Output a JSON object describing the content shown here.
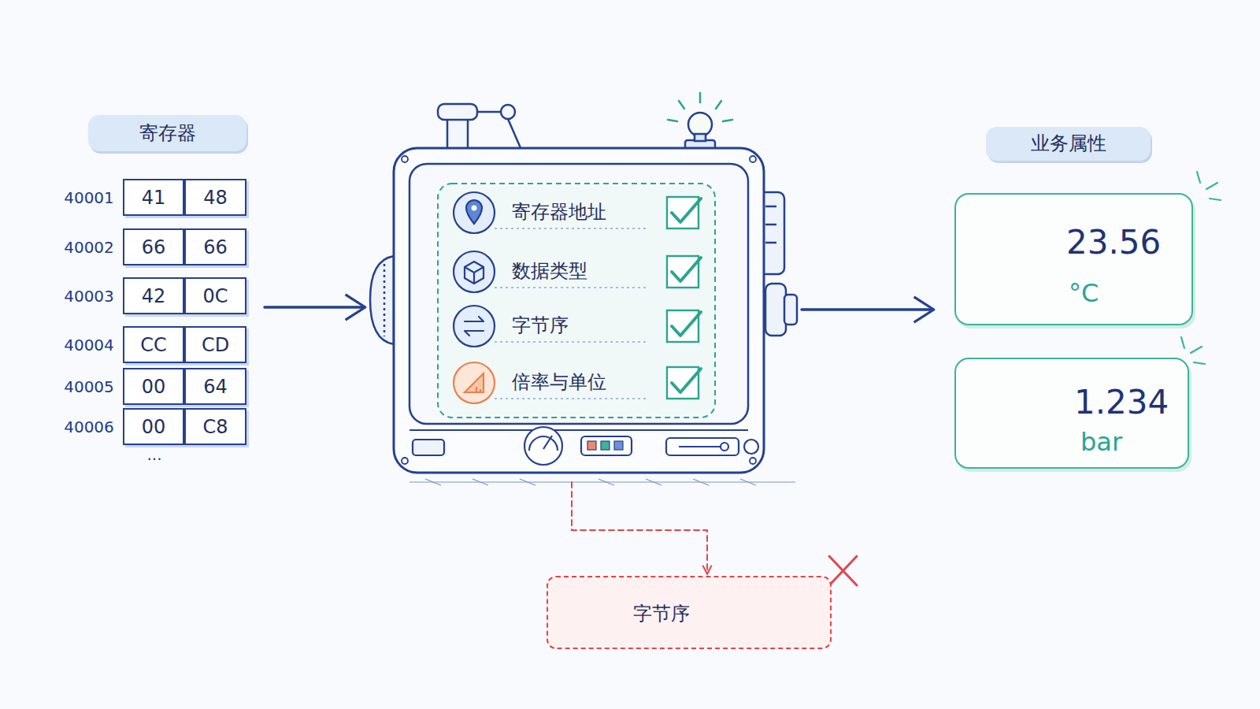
{
  "diagram": {
    "nodes": [
      {
        "text": [
          "寄存器"
        ]
      },
      {
        "text": [
          "寄存器地址",
          "数据类型",
          "字节序",
          "倍率与单位"
        ]
      },
      {
        "text": [
          "业务属性"
        ]
      },
      {
        "text": [
          "23.56",
          "°C"
        ],
        "in": 2
      },
      {
        "text": [
          "1.234",
          "bar"
        ],
        "in": 2
      },
      {
        "text": [
          "字节序"
        ]
      }
    ],
    "edges": [
      {
        "from": 0,
        "to": 1,
        "arrow": "to"
      },
      {
        "from": 1,
        "to": 2,
        "arrow": "to"
      },
      {
        "from": 1,
        "to": 5,
        "arrow": "to"
      }
    ],
    "labels": [
      "40001",
      "41",
      "48",
      "40002",
      "66",
      "66",
      "40003",
      "42",
      "0C",
      "40004",
      "CC",
      "CD",
      "40005",
      "00",
      "64",
      "40006",
      "00",
      "C8",
      "..."
    ]
  }
}
